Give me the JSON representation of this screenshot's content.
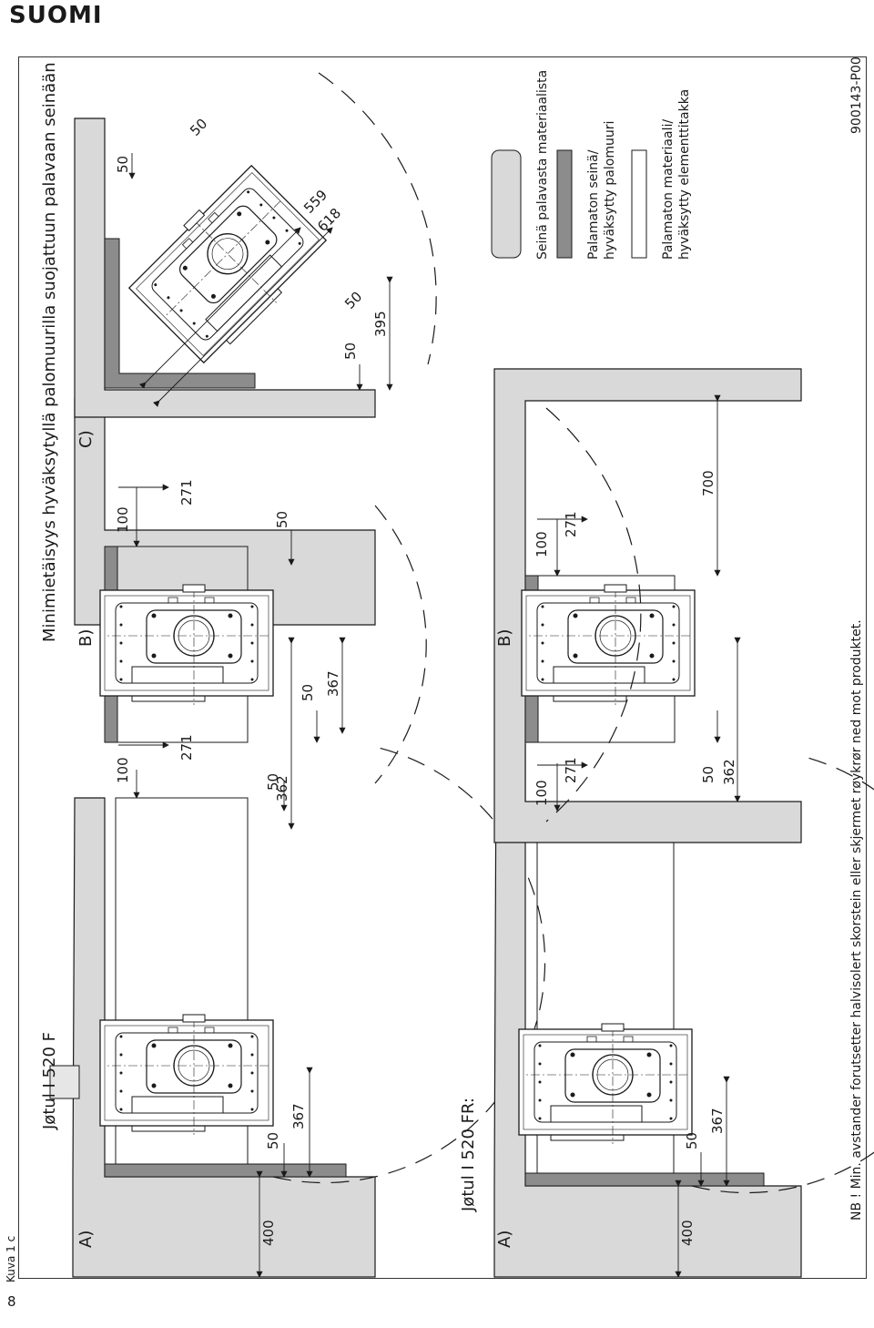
{
  "header": {
    "language": "SUOMI"
  },
  "page_number": "8",
  "figure_label": "Kuva 1 c",
  "sections": {
    "f_model_title": "Jøtul I 520 F",
    "fr_model_title": "Jøtul I 520 FR:",
    "min_distance_title": "Minimietäisyys hyväksytyllä palomuurilla suojattuun palavaan seinään"
  },
  "panel_labels": {
    "a": "A)",
    "b": "B)",
    "c": "C)"
  },
  "dimensions": {
    "d400": "400",
    "d50": "50",
    "d367": "367",
    "d362": "362",
    "d100": "100",
    "d271": "271",
    "d700": "700",
    "d395": "395",
    "d559": "559",
    "d618": "618"
  },
  "legend": {
    "combustible_wall": "Seinä palavasta materiaalista",
    "noncombustible_wall_line1": "Palamaton seinä/",
    "noncombustible_wall_line2": "hyväksytty palomuuri",
    "noncombustible_material_line1": "Palamaton materiaali/",
    "noncombustible_material_line2": "hyväksytty elementtitakka"
  },
  "note": "NB ! Min. avstander forutsetter halvisolert skorstein eller skjermet røykrør ned mot produktet.",
  "part_code": "900143-P00",
  "colors": {
    "wall_fill": "#d9d9d9",
    "firewall_fill": "#8c8c8c",
    "line": "#1a1a1a"
  }
}
